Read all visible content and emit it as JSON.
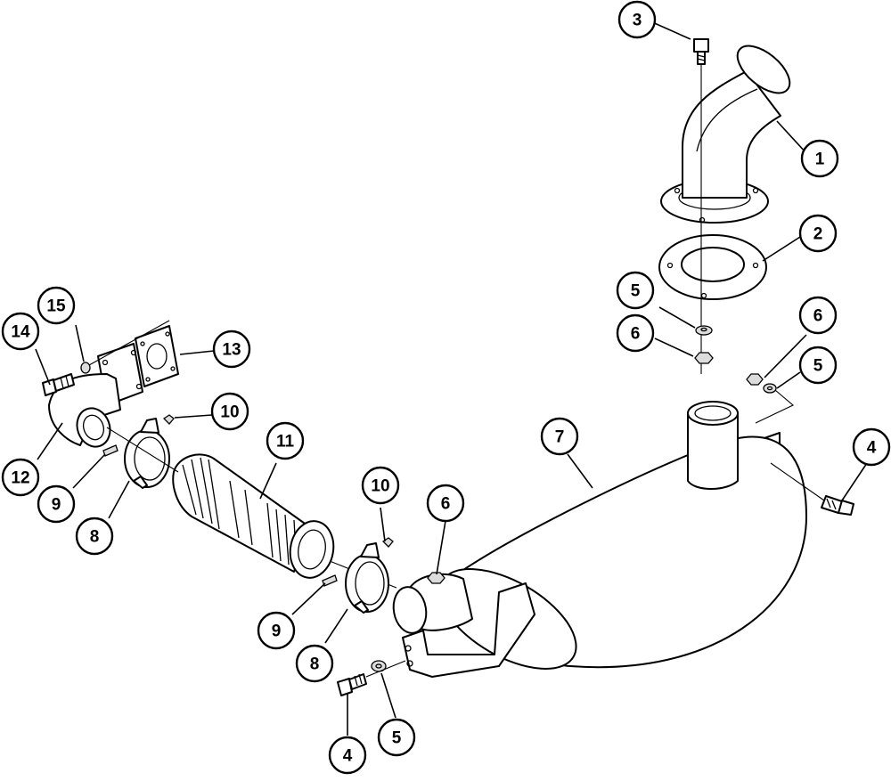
{
  "colors": {
    "line": "#000000",
    "background": "#ffffff",
    "shade": "#dcdcdc"
  },
  "callouts": [
    {
      "id": "c3",
      "label": "3"
    },
    {
      "id": "c1",
      "label": "1"
    },
    {
      "id": "c2",
      "label": "2"
    },
    {
      "id": "c5a",
      "label": "5"
    },
    {
      "id": "c6a",
      "label": "6"
    },
    {
      "id": "c6b",
      "label": "6"
    },
    {
      "id": "c5b",
      "label": "5"
    },
    {
      "id": "c15",
      "label": "15"
    },
    {
      "id": "c14",
      "label": "14"
    },
    {
      "id": "c13",
      "label": "13"
    },
    {
      "id": "c10a",
      "label": "10"
    },
    {
      "id": "c11",
      "label": "11"
    },
    {
      "id": "c12",
      "label": "12"
    },
    {
      "id": "c9a",
      "label": "9"
    },
    {
      "id": "c8a",
      "label": "8"
    },
    {
      "id": "c7",
      "label": "7"
    },
    {
      "id": "c4a",
      "label": "4"
    },
    {
      "id": "c10b",
      "label": "10"
    },
    {
      "id": "c6c",
      "label": "6"
    },
    {
      "id": "c9b",
      "label": "9"
    },
    {
      "id": "c8b",
      "label": "8"
    },
    {
      "id": "c4b",
      "label": "4"
    },
    {
      "id": "c5c",
      "label": "5"
    }
  ]
}
